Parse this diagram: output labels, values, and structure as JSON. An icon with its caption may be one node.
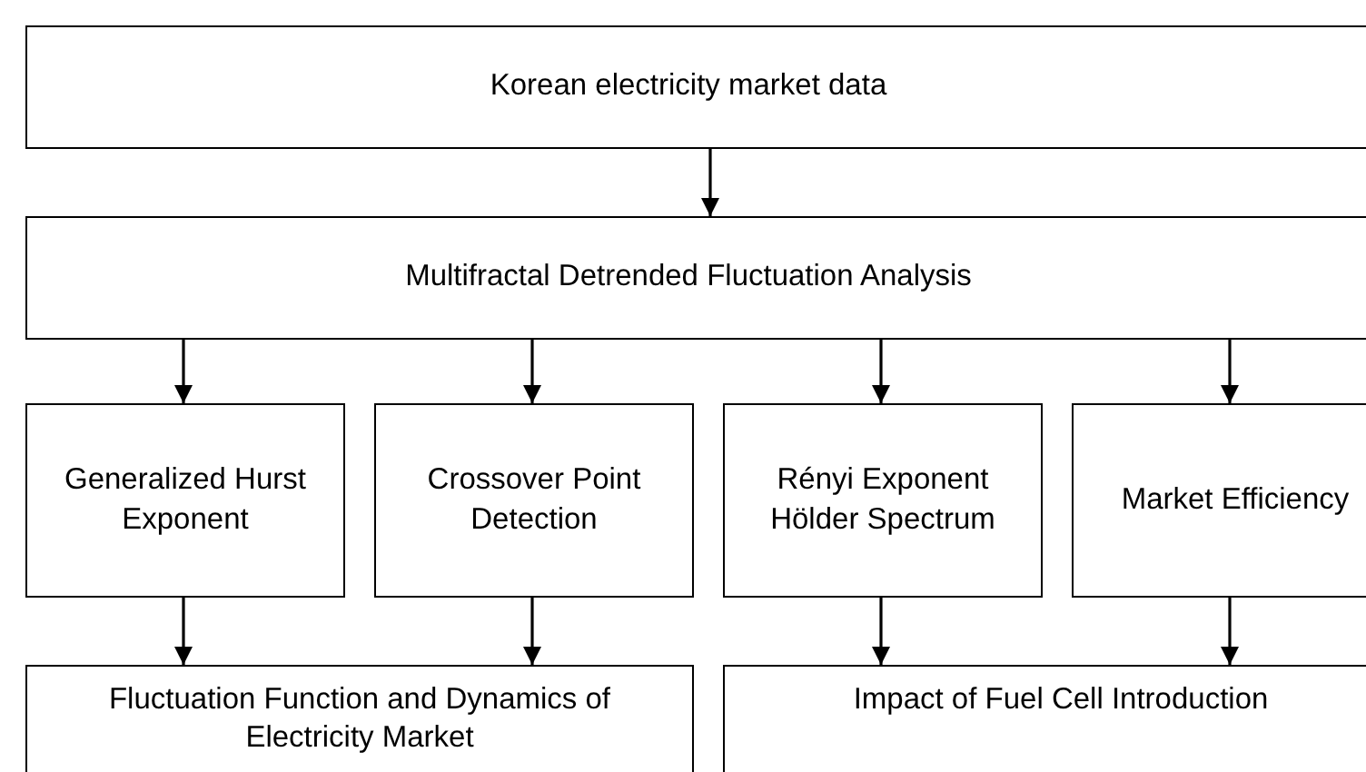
{
  "diagram": {
    "nodes": [
      {
        "text": [
          "Korean electricity market data"
        ]
      },
      {
        "text": [
          "Multifractal Detrended Fluctuation Analysis"
        ]
      },
      {
        "text": [
          "Generalized Hurst Exponent"
        ]
      },
      {
        "text": [
          "Crossover Point Detection"
        ]
      },
      {
        "text": [
          "Rényi Exponent Hölder Spectrum"
        ]
      },
      {
        "text": [
          "Market Efficiency"
        ]
      },
      {
        "text": [
          "Fluctuation Function and Dynamics of  Electricity Market"
        ]
      },
      {
        "text": [
          "Impact of Fuel Cell Introduction"
        ]
      }
    ],
    "edges": [
      {
        "from": 0,
        "to": 1,
        "arrow": "to"
      },
      {
        "from": 1,
        "to": 2,
        "arrow": "to"
      },
      {
        "from": 1,
        "to": 3,
        "arrow": "to"
      },
      {
        "from": 1,
        "to": 4,
        "arrow": "to"
      },
      {
        "from": 1,
        "to": 5,
        "arrow": "to"
      },
      {
        "from": 2,
        "to": 6,
        "arrow": "to"
      },
      {
        "from": 3,
        "to": 6,
        "arrow": "to"
      },
      {
        "from": 4,
        "to": 7,
        "arrow": "to"
      },
      {
        "from": 5,
        "to": 7,
        "arrow": "to"
      }
    ]
  }
}
